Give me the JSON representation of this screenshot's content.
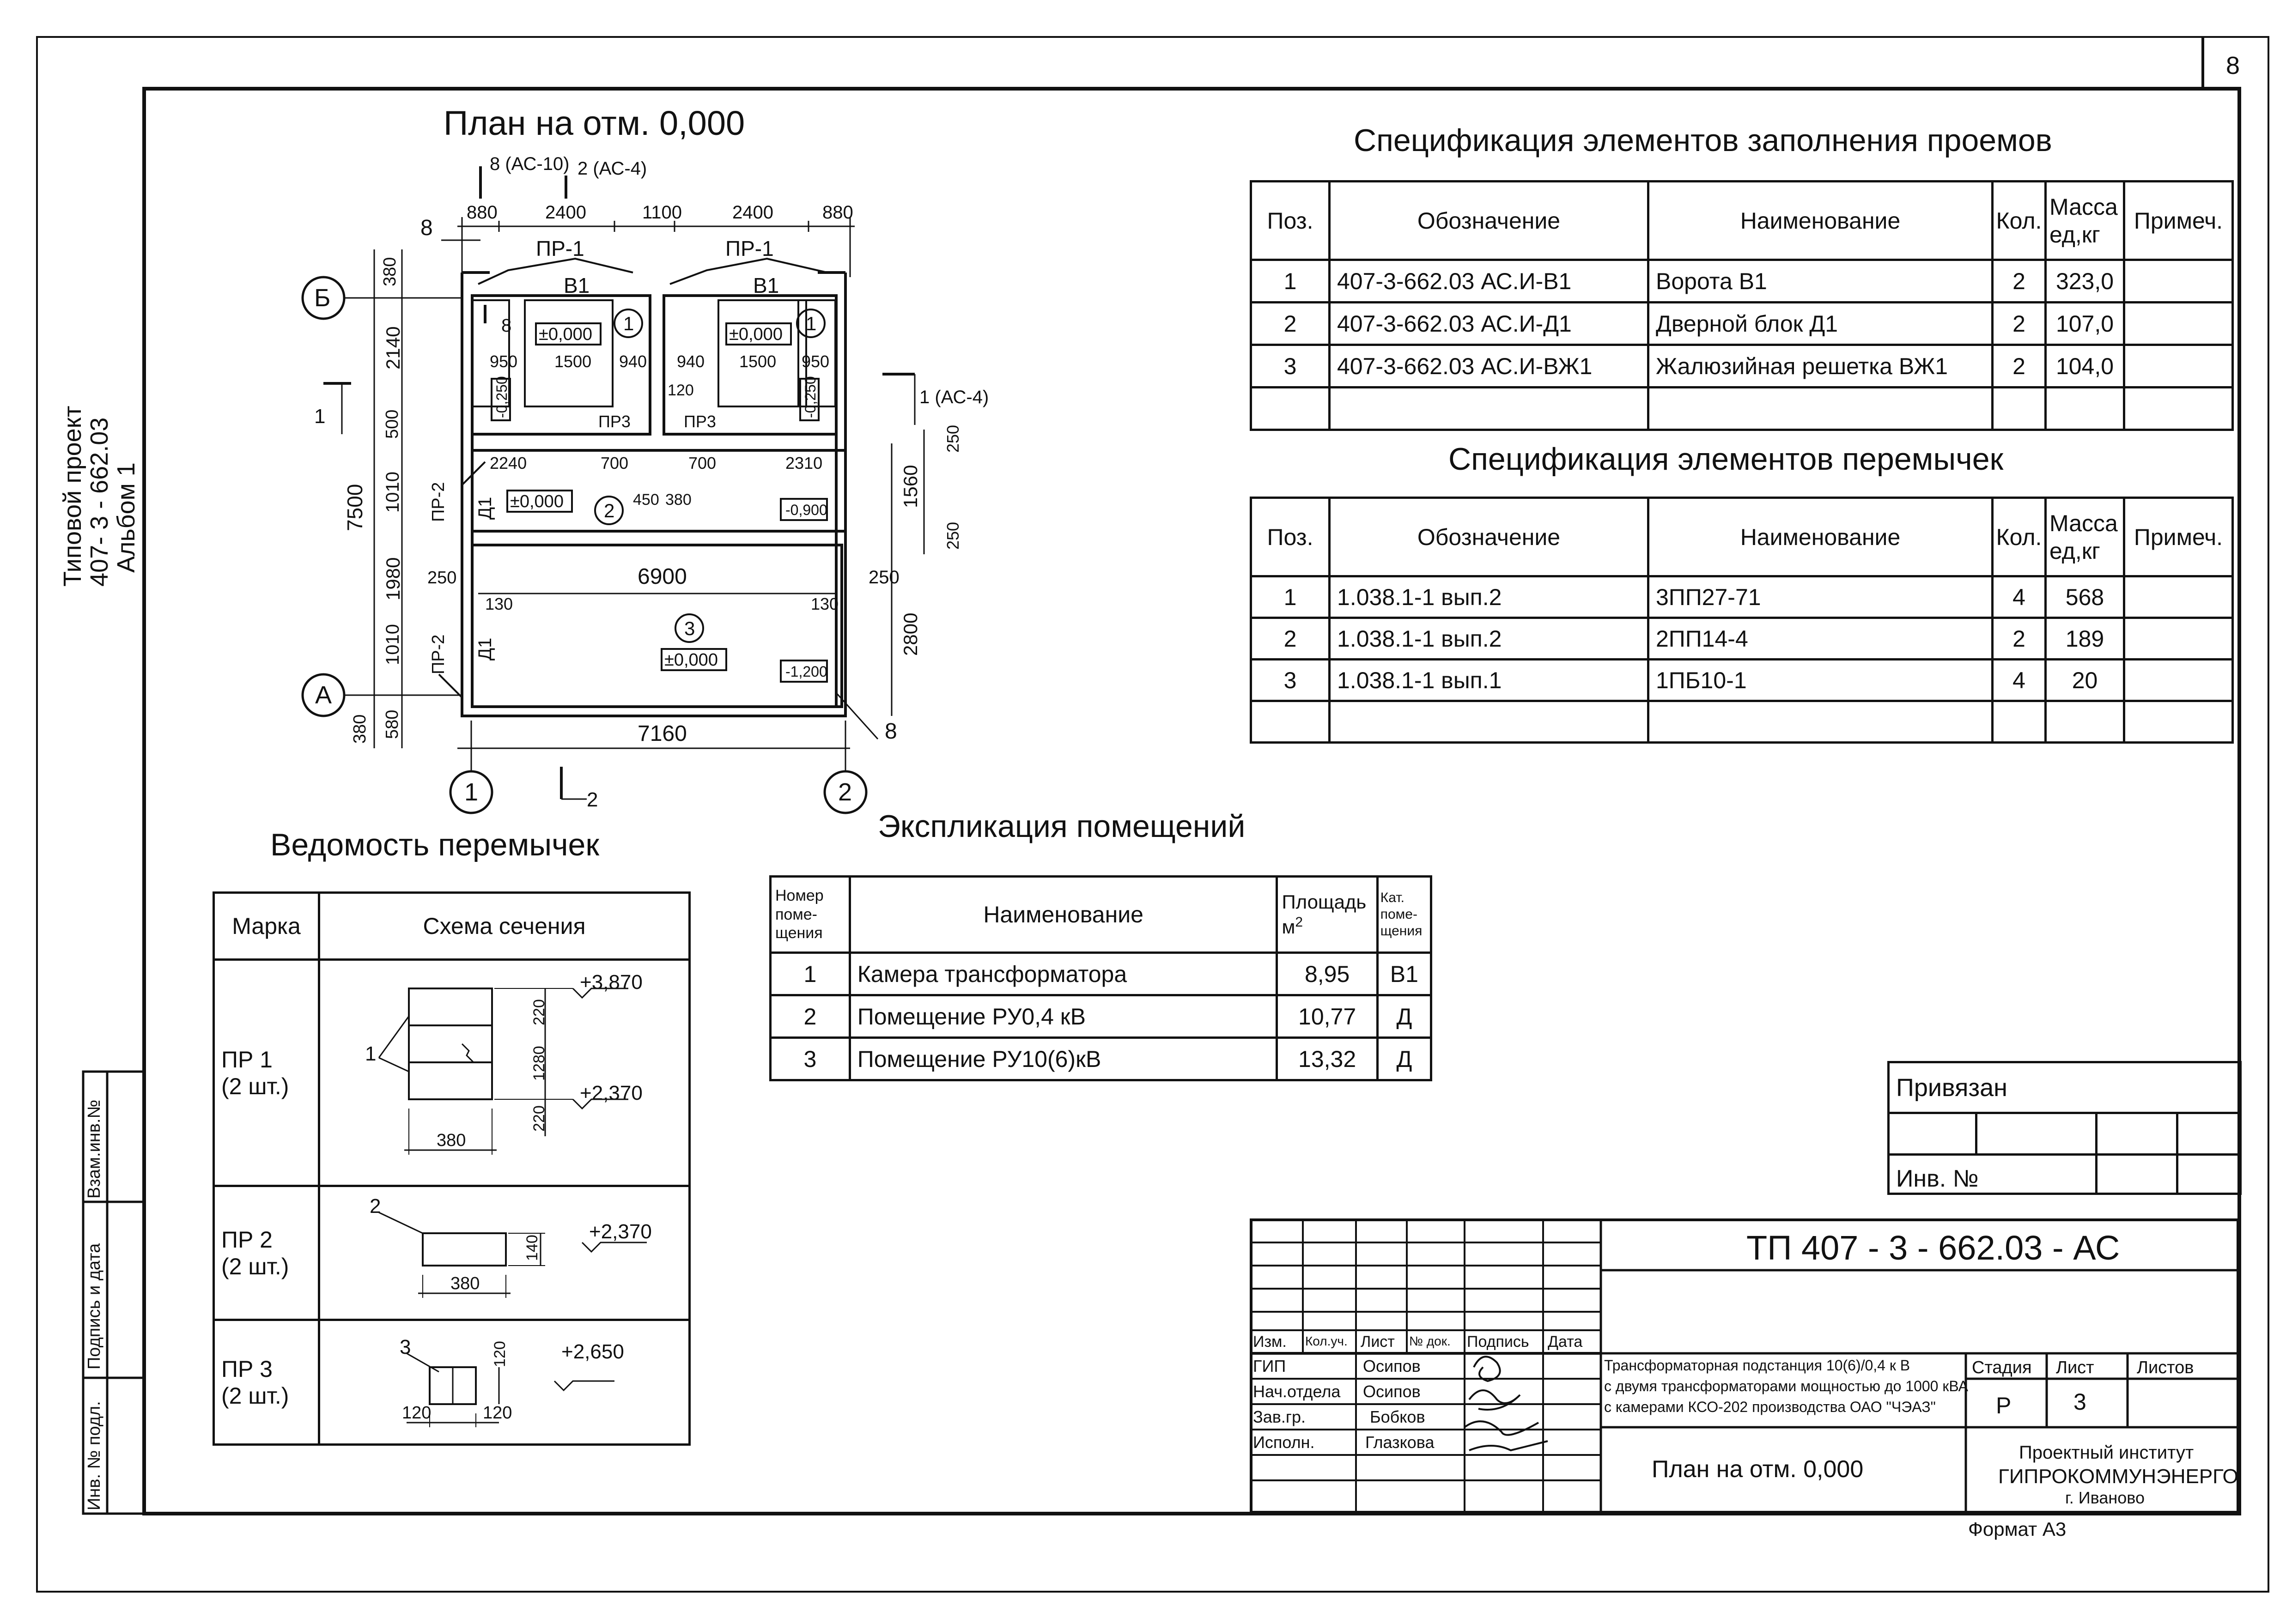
{
  "sheet": {
    "number": "8",
    "format": "Формат А3",
    "side_stamp": [
      "Типовой проект",
      "407- 3 - 662.03",
      "Альбом 1"
    ],
    "left_strip": [
      "Взам.инв.№",
      "Подпись и дата",
      "Инв. № подл."
    ]
  },
  "plan": {
    "title": "План на отм. 0,000",
    "axes": {
      "a": "А",
      "b": "Б",
      "one": "1",
      "two": "2"
    },
    "cuts": {
      "c8_top": "8 (АС-10)",
      "c2_top": "2 (АС-4)",
      "c8_left": "8",
      "c1_right": "1 (АС-4)",
      "c1_left": "1",
      "c2_bottom": "2",
      "c8_bottom": "8",
      "c8_inner": "8"
    },
    "top_dims": [
      "880",
      "2400",
      "1100",
      "2400",
      "880"
    ],
    "left_dims_outer": [
      "7500"
    ],
    "left_dims_inner": [
      "380",
      "2140",
      "500",
      "1010",
      "1980",
      "1010",
      "380",
      "580"
    ],
    "right_dims": [
      "250",
      "1560",
      "250",
      "250",
      "2800"
    ],
    "bottom_dim": "7160",
    "mid_dim": "6900",
    "labels": {
      "pr1": "ПР-1",
      "pr2": "ПР-2",
      "pr3": "ПР3",
      "b1": "В1",
      "d1": "Д1",
      "room1": "1",
      "room2": "2",
      "room3": "3",
      "lvl0": "±0,000",
      "lvl_m250": "-0,250",
      "lvl_m900": "-0,900",
      "lvl_m1200": "-1,200",
      "d950": "950",
      "d1500": "1500",
      "d940": "940",
      "d120": "120",
      "d2240": "2240",
      "d700": "700",
      "d450": "450",
      "d380": "380",
      "d2310": "2310",
      "d130": "130",
      "d250": "250"
    }
  },
  "spec_openings": {
    "title": "Спецификация элементов заполнения проемов",
    "headers": [
      "Поз.",
      "Обозначение",
      "Наименование",
      "Кол.",
      "Масса ед,кг",
      "Примеч."
    ],
    "rows": [
      [
        "1",
        "407-3-662.03 АС.И-В1",
        "Ворота В1",
        "2",
        "323,0",
        ""
      ],
      [
        "2",
        "407-3-662.03 АС.И-Д1",
        "Дверной блок Д1",
        "2",
        "107,0",
        ""
      ],
      [
        "3",
        "407-3-662.03 АС.И-ВЖ1",
        "Жалюзийная решетка  ВЖ1",
        "2",
        "104,0",
        ""
      ]
    ]
  },
  "spec_lintels": {
    "title": "Спецификация элементов перемычек",
    "headers": [
      "Поз.",
      "Обозначение",
      "Наименование",
      "Кол.",
      "Масса ед,кг",
      "Примеч."
    ],
    "rows": [
      [
        "1",
        "1.038.1-1 вып.2",
        "3ПП27-71",
        "4",
        "568",
        ""
      ],
      [
        "2",
        "1.038.1-1 вып.2",
        "2ПП14-4",
        "2",
        "189",
        ""
      ],
      [
        "3",
        "1.038.1-1 вып.1",
        "1ПБ10-1",
        "4",
        "20",
        ""
      ]
    ]
  },
  "lintel_list": {
    "title": "Ведомость перемычек",
    "headers": [
      "Марка",
      "Схема сечения"
    ],
    "rows": [
      {
        "mark": "ПР 1",
        "qty": "(2 шт.)",
        "pos": "1",
        "w": "380",
        "h1": "220",
        "h2": "1280",
        "h3": "220",
        "l1": "+3,870",
        "l2": "+2,370"
      },
      {
        "mark": "ПР 2",
        "qty": "(2 шт.)",
        "pos": "2",
        "w": "380",
        "h1": "140",
        "l1": "+2,370"
      },
      {
        "mark": "ПР 3",
        "qty": "(2 шт.)",
        "pos": "3",
        "w1": "120",
        "w2": "120",
        "h1": "120",
        "l1": "+2,650"
      }
    ]
  },
  "explication": {
    "title": "Экспликация помещений",
    "headers": [
      "Номер поме- щения",
      "Наименование",
      "Площадь м",
      "Кат. поме- щения"
    ],
    "area_sup": "2",
    "rows": [
      [
        "1",
        "Камера трансформатора",
        "8,95",
        "В1"
      ],
      [
        "2",
        "Помещение   РУ0,4 кВ",
        "10,77",
        "Д"
      ],
      [
        "3",
        "Помещение  РУ10(6)кВ",
        "13,32",
        "Д"
      ]
    ]
  },
  "titleblock": {
    "privyazan": "Привязан",
    "inv": "Инв. №",
    "code": "ТП   407 - 3 - 662.03 - АС",
    "col_headers": [
      "Изм.",
      "Кол.уч.",
      "Лист",
      "№ док.",
      "Подпись",
      "Дата"
    ],
    "people": [
      {
        "role": "ГИП",
        "name": "Осипов"
      },
      {
        "role": "Нач.отдела",
        "name": "Осипов"
      },
      {
        "role": "Зав.гр.",
        "name": "Бобков"
      },
      {
        "role": "Исполн.",
        "name": "Глазкова"
      }
    ],
    "description": [
      "Трансформаторная подстанция 10(6)/0,4 к В",
      "с двумя трансформаторами мощностью до 1000 кВА",
      "с камерами КСО-202 производства ОАО \"ЧЭАЗ\""
    ],
    "stage_label": "Стадия",
    "sheet_label": "Лист",
    "sheets_label": "Листов",
    "stage": "Р",
    "sheet": "3",
    "sheet_title": "План на отм. 0,000",
    "org": [
      "Проектный институт",
      "ГИПРОКОММУНЭНЕРГО",
      "г. Иваново"
    ]
  }
}
